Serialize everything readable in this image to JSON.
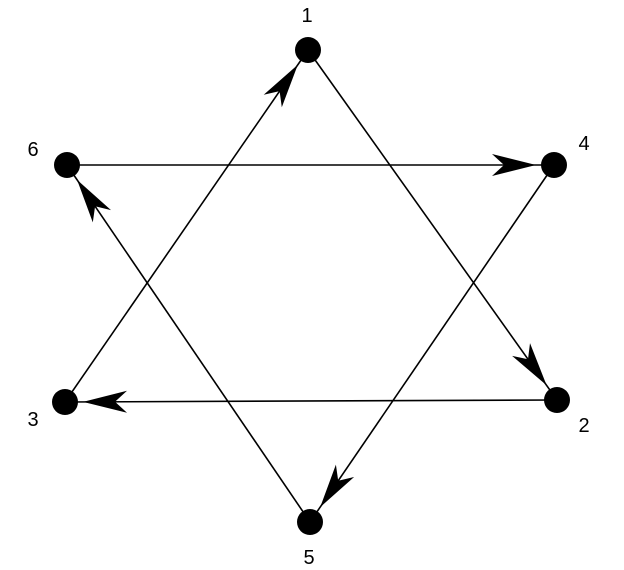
{
  "diagram": {
    "colors": {
      "ink": "#000000",
      "background": "#ffffff"
    },
    "nodes": [
      {
        "id": "1",
        "label": "1"
      },
      {
        "id": "2",
        "label": "2"
      },
      {
        "id": "3",
        "label": "3"
      },
      {
        "id": "4",
        "label": "4"
      },
      {
        "id": "5",
        "label": "5"
      },
      {
        "id": "6",
        "label": "6"
      }
    ],
    "edges": [
      {
        "from": "1",
        "to": "2"
      },
      {
        "from": "2",
        "to": "3"
      },
      {
        "from": "3",
        "to": "1"
      },
      {
        "from": "4",
        "to": "5"
      },
      {
        "from": "5",
        "to": "6"
      },
      {
        "from": "6",
        "to": "4"
      }
    ]
  }
}
